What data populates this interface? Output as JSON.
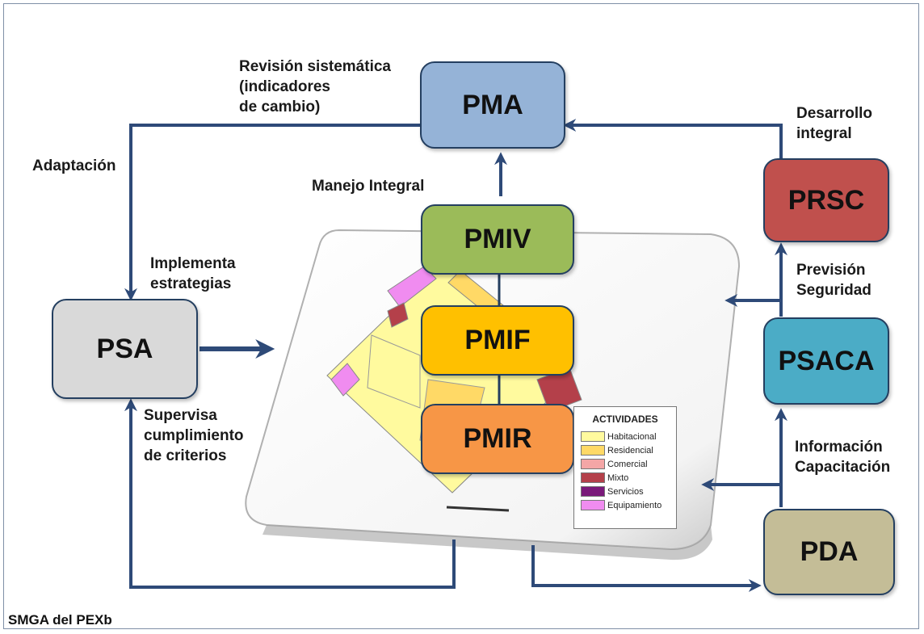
{
  "colors": {
    "arrow": "#2e4a78",
    "box_border": "#243f60",
    "PMA": "#95b3d7",
    "PRSC": "#c0504d",
    "PSACA": "#4bacc6",
    "PDA": "#c4bd97",
    "PSA": "#d9d9d9",
    "PMIV": "#9bbb59",
    "PMIF": "#ffc000",
    "PMIR": "#f79646"
  },
  "boxes": {
    "pma": "PMA",
    "prsc": "PRSC",
    "psaca": "PSACA",
    "pda": "PDA",
    "psa": "PSA",
    "pmiv": "PMIV",
    "pmif": "PMIF",
    "pmir": "PMIR"
  },
  "labels": {
    "revision": "Revisión sistemática\n(indicadores\nde cambio)",
    "desarrollo": "Desarrollo\nintegral",
    "adaptacion": "Adaptación",
    "manejo": "Manejo Integral",
    "implementa": "Implementa\nestrategias",
    "prevision": "Previsión\nSeguridad",
    "supervisa": "Supervisa\ncumplimiento\nde criterios",
    "informacion": "Información\nCapacitación"
  },
  "legend": {
    "title": "ACTIVIDADES",
    "items": [
      {
        "label": "Habitacional",
        "color": "#fffa9e"
      },
      {
        "label": "Residencial",
        "color": "#ffd966"
      },
      {
        "label": "Comercial",
        "color": "#f4a6a6"
      },
      {
        "label": "Mixto",
        "color": "#b4404a"
      },
      {
        "label": "Servicios",
        "color": "#7a1a7a"
      },
      {
        "label": "Equipamiento",
        "color": "#f08cf0"
      }
    ]
  },
  "footer": "SMGA del PEXb"
}
